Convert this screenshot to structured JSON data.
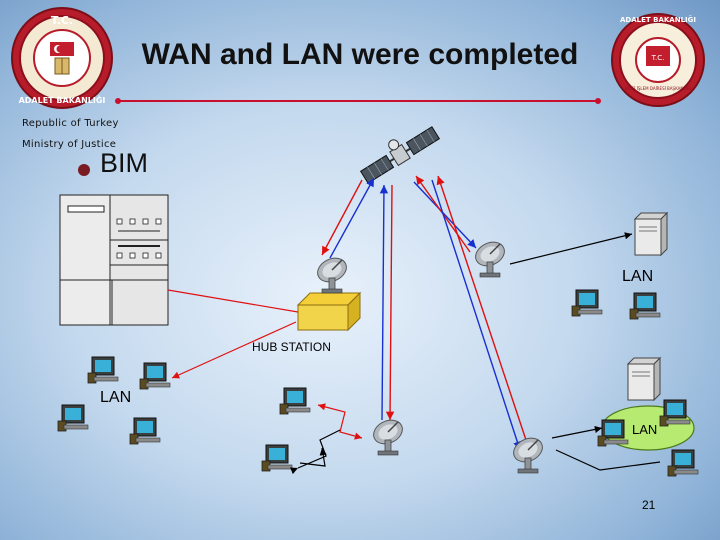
{
  "slide": {
    "title": "WAN and LAN were completed",
    "subtitle_line1": "Republic of Turkey",
    "subtitle_line2": "Ministry of Justice",
    "page_number": "21"
  },
  "seal_left": {
    "top_text": "T.C.",
    "ring_text": "ADALET BAKANLIĞI"
  },
  "seal_right": {
    "ring_text": "ADALET BAKANLIĞI",
    "inner_text": "BİLGİ İŞLEM DAİRESİ BAŞKANLIĞI",
    "center": "T.C."
  },
  "diagram": {
    "datacenter_label": "BIM",
    "hub_label": "HUB STATION",
    "lan_right_upper": "LAN",
    "lan_left": "LAN",
    "lan_cloud": "LAN"
  },
  "colors": {
    "wan_red": "#e01010",
    "wan_blue": "#1830d0",
    "lan_link": "#000000",
    "accent_line": "#c8102e"
  }
}
